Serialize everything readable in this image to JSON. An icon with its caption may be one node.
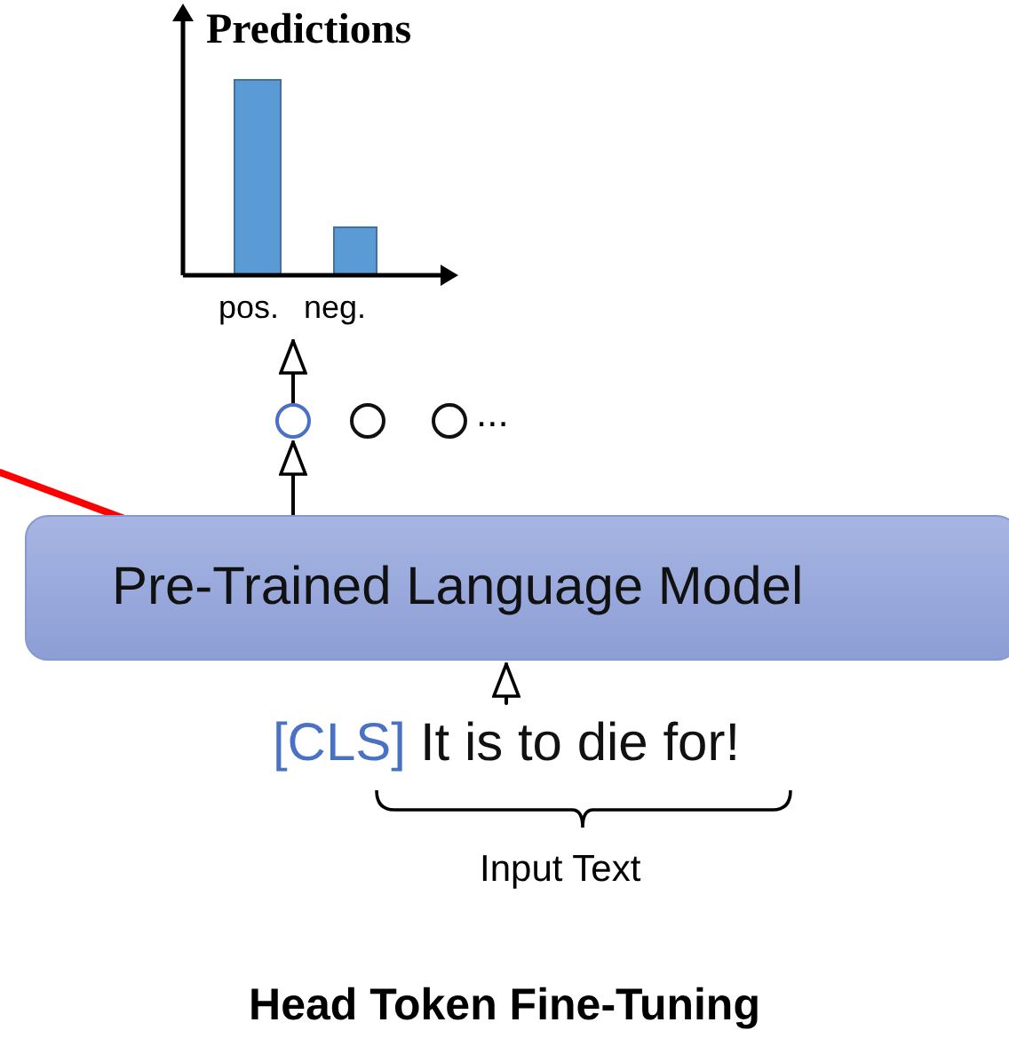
{
  "diagram": {
    "caption": "Head Token Fine-Tuning",
    "nodes": [
      {
        "text": [
          "Predictions",
          "pos.",
          "neg."
        ]
      },
      {
        "text": [],
        "shape": "circle"
      },
      {
        "text": [],
        "shape": "circle"
      },
      {
        "text": [],
        "shape": "circle"
      },
      {
        "text": [
          "Pre-Trained Language Model"
        ]
      },
      {
        "text": [
          "[CLS]",
          "It is to die for!"
        ]
      }
    ],
    "edges": [
      {
        "from": 1,
        "to": 0,
        "arrow": "to"
      },
      {
        "from": 4,
        "to": 1,
        "arrow": "to"
      },
      {
        "from": 5,
        "to": 4,
        "arrow": "to"
      },
      {
        "from": null,
        "to": 4,
        "arrow": "none",
        "style": "thick",
        "color": "#ff0000"
      }
    ],
    "labels": [
      "...",
      "Input Text"
    ]
  }
}
